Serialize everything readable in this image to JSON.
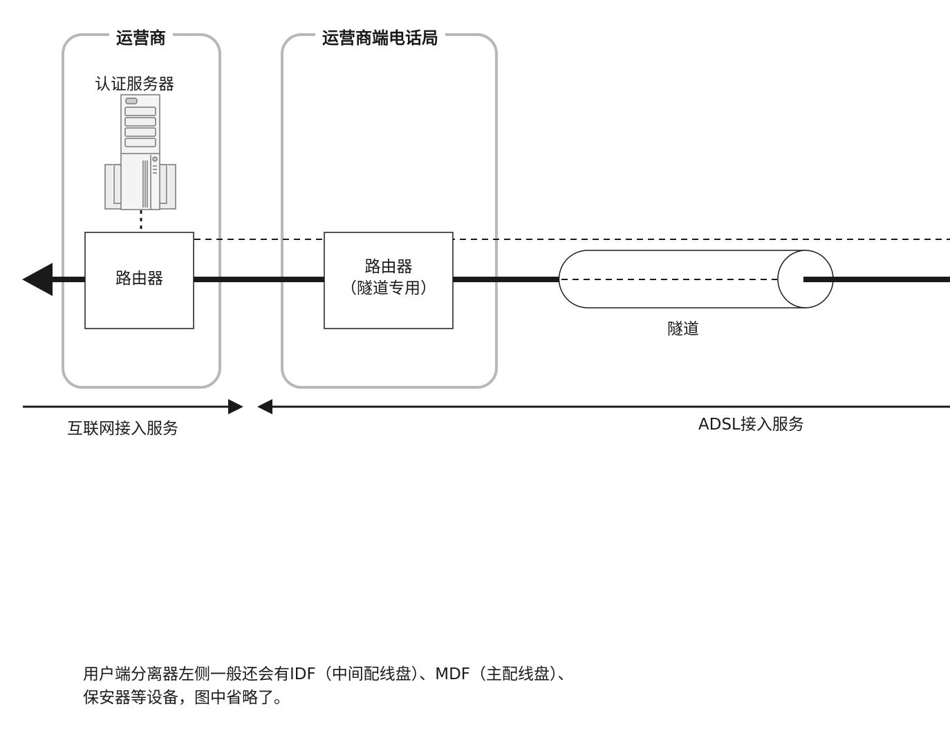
{
  "groups": {
    "carrier": {
      "title": "运营商"
    },
    "carrier_office": {
      "title": "运营商端电话局"
    }
  },
  "nodes": {
    "auth_server": {
      "label": "认证服务器",
      "icon": "server-tower-icon"
    },
    "router": {
      "label": "路由器"
    },
    "tunnel_router": {
      "label_line1": "路由器",
      "label_line2": "（隧道专用）"
    },
    "tunnel": {
      "label": "隧道"
    }
  },
  "segments": {
    "internet_access": {
      "label": "互联网接入服务",
      "direction": "right"
    },
    "adsl_access": {
      "label": "ADSL接入服务",
      "direction": "left"
    }
  },
  "footnote": {
    "line1": "用户端分离器左侧一般还会有IDF（中间配线盘）、MDF（主配线盘）、",
    "line2": "保安器等设备，图中省略了。"
  },
  "colors": {
    "line": "#1a1a1a",
    "group_border": "#b8b8b8",
    "server_fill": "#ececec",
    "server_stroke": "#777777"
  }
}
